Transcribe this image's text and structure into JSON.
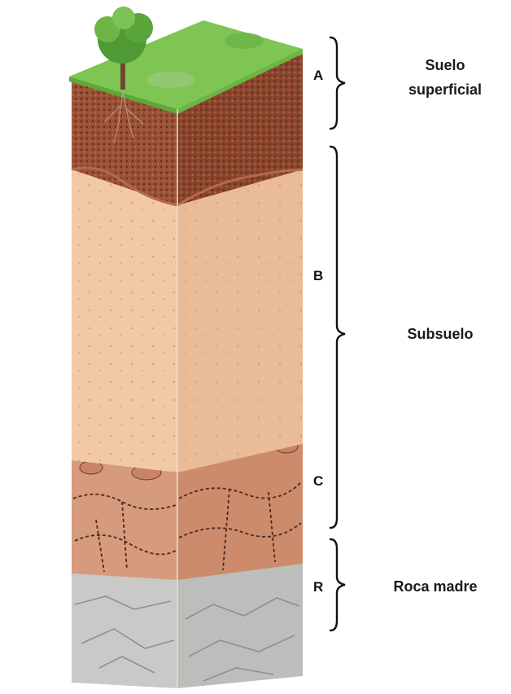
{
  "horizons": [
    {
      "letter": "A"
    },
    {
      "letter": "B"
    },
    {
      "letter": "C"
    },
    {
      "letter": "R"
    }
  ],
  "labels": {
    "topsoil_line1": "Suelo",
    "topsoil_line2": "superficial",
    "subsoil": "Subsuelo",
    "bedrock": "Roca madre"
  },
  "colors": {
    "grass": "#7fc553",
    "grass_dark": "#5ea83a",
    "topsoil": "#9a5236",
    "topsoil_side": "#8a452c",
    "subsoil_front": "#f1c9a7",
    "subsoil_side": "#e9bb96",
    "weathered_rock": "#d9997a",
    "weathered_rock_side": "#cf8c6c",
    "bedrock": "#c8c8c6",
    "bedrock_side": "#bdbdbb",
    "tree_foliage": "#4f9a34",
    "tree_trunk": "#6b4a2e",
    "bracket": "#111111"
  },
  "icons": {
    "tree": "tree-icon"
  }
}
